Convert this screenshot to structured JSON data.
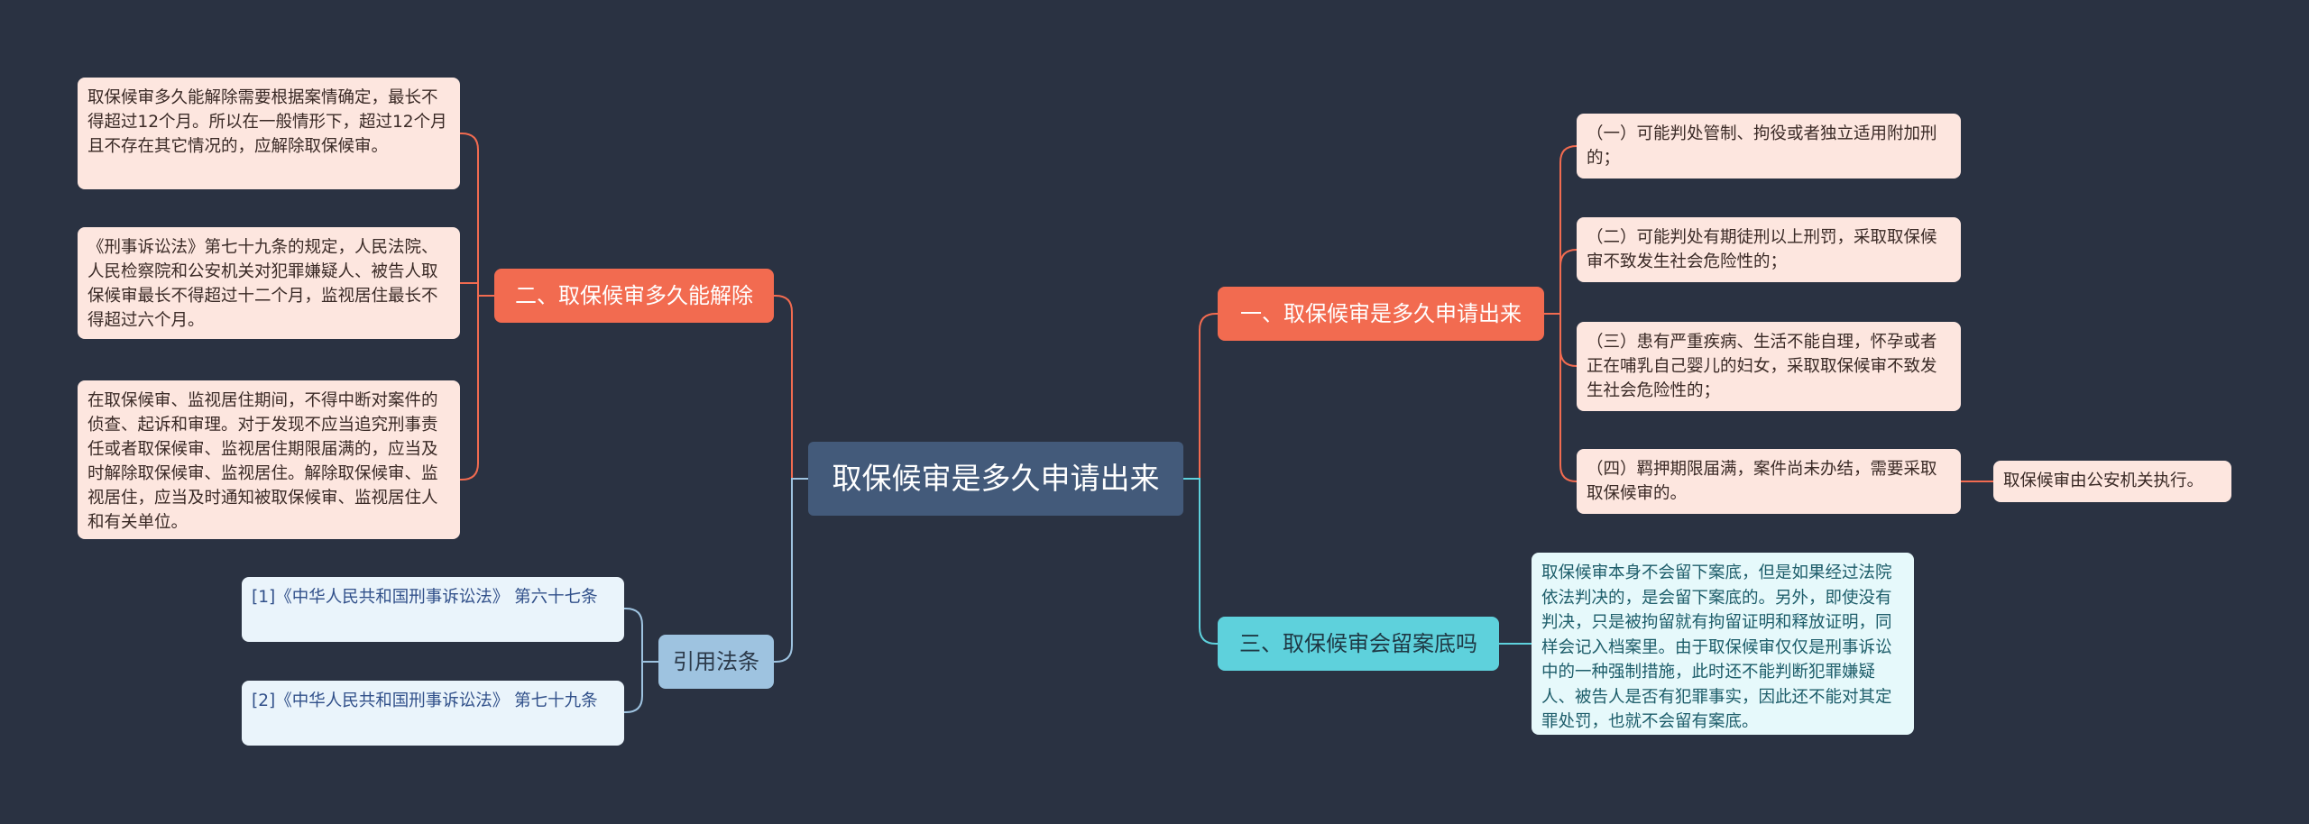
{
  "center": "取保候审是多久申请出来",
  "branches": {
    "b1": "一、取保候审是多久申请出来",
    "b2": "二、取保候审多久能解除",
    "b3": "三、取保候审会留案底吗",
    "b4": "引用法条"
  },
  "leaves": {
    "b1_1": "（一）可能判处管制、拘役或者独立适用附加刑的；",
    "b1_2": "（二）可能判处有期徒刑以上刑罚，采取取保候审不致发生社会危险性的；",
    "b1_3": "（三）患有严重疾病、生活不能自理，怀孕或者正在哺乳自己婴儿的妇女，采取取保候审不致发生社会危险性的；",
    "b1_4": "（四）羁押期限届满，案件尚未办结，需要采取取保候审的。",
    "b1_4_1": "取保候审由公安机关执行。",
    "b2_1": "取保候审多久能解除需要根据案情确定，最长不得超过12个月。所以在一般情形下，超过12个月且不存在其它情况的，应解除取保候审。",
    "b2_2": "《刑事诉讼法》第七十九条的规定，人民法院、人民检察院和公安机关对犯罪嫌疑人、被告人取保候审最长不得超过十二个月，监视居住最长不得超过六个月。",
    "b2_3": "在取保候审、监视居住期间，不得中断对案件的侦查、起诉和审理。对于发现不应当追究刑事责任或者取保候审、监视居住期限届满的，应当及时解除取保候审、监视居住。解除取保候审、监视居住，应当及时通知被取保候审、监视居住人和有关单位。",
    "b3_1": "取保候审本身不会留下案底，但是如果经过法院依法判决的，是会留下案底的。另外，即使没有判决，只是被拘留就有拘留证明和释放证明，同样会记入档案里。由于取保候审仅仅是刑事诉讼中的一种强制措施，此时还不能判断犯罪嫌疑人、被告人是否有犯罪事实，因此还不能对其定罪处罚，也就不会留有案底。",
    "b4_1": "[1]《中华人民共和国刑事诉讼法》 第六十七条",
    "b4_2": "[2]《中华人民共和国刑事诉讼法》 第七十九条"
  },
  "colors": {
    "background": "#2a3242",
    "center": "#435a7a",
    "red_branch": "#f26b50",
    "red_leaf": "#fde6df",
    "cyan_branch": "#5ed1dc",
    "cyan_leaf": "#e6f9fb",
    "blue_branch": "#9ec3e0",
    "blue_leaf": "#eaf4fb"
  }
}
